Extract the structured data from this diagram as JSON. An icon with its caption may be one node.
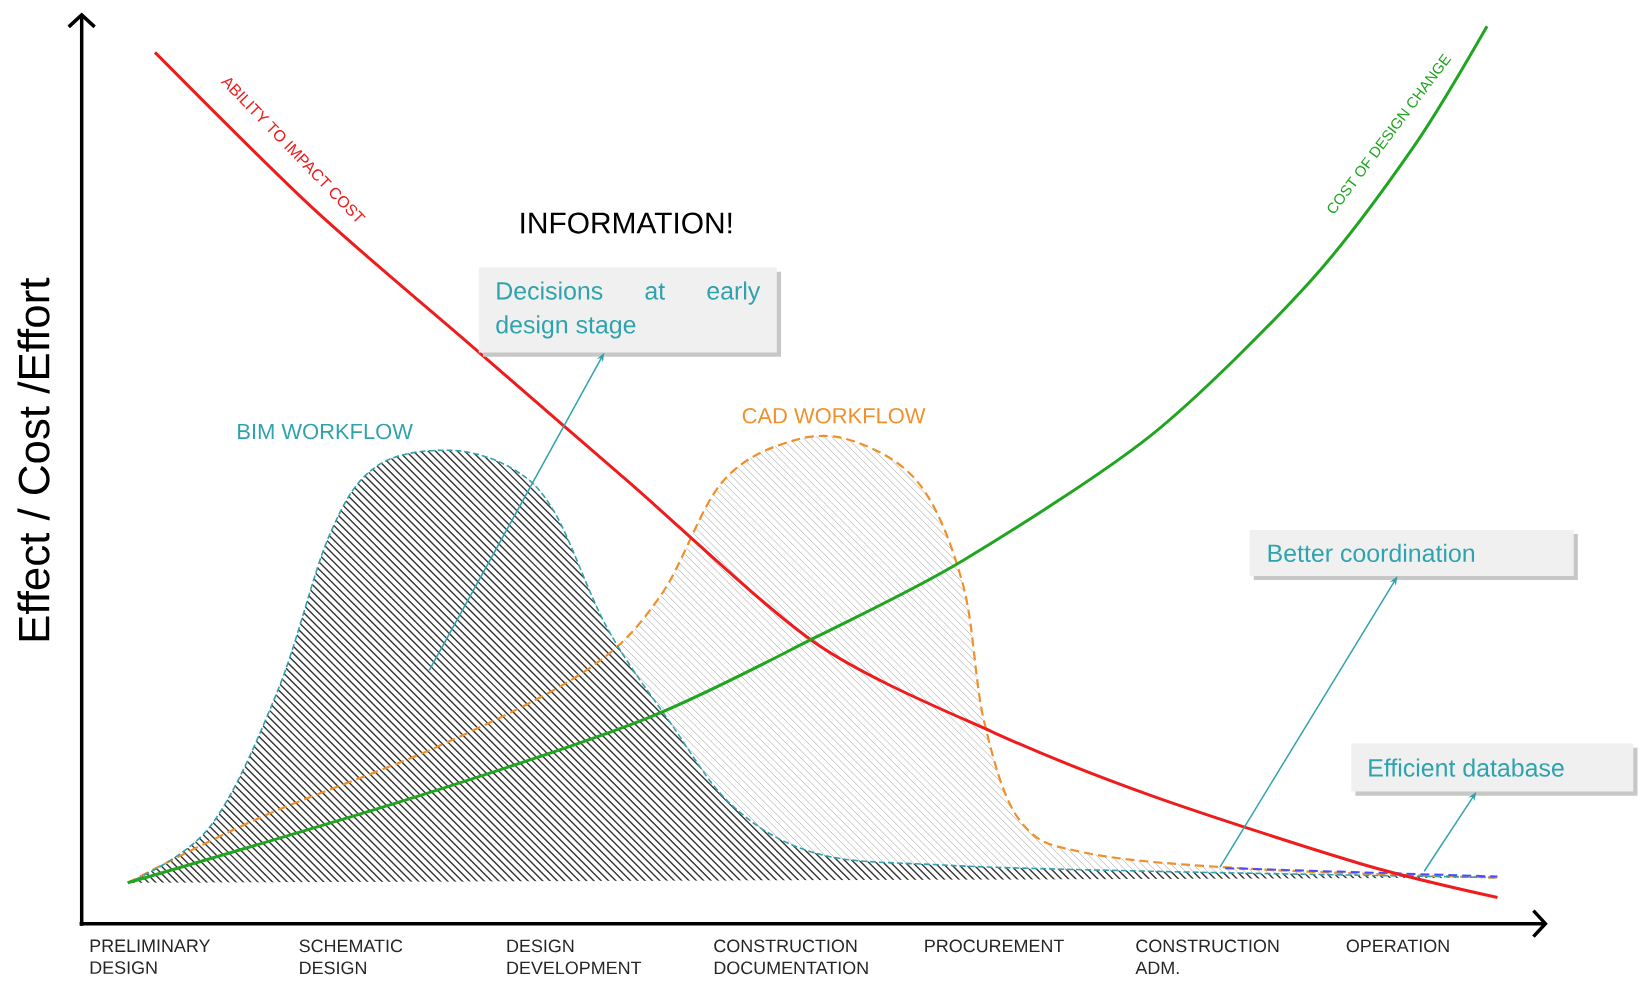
{
  "diagram": {
    "nodes": [
      {
        "text": [
          "Decisions at early design stage"
        ]
      },
      {
        "text": [
          "Better coordination"
        ]
      },
      {
        "text": [
          "Efficient database"
        ]
      }
    ],
    "edges": [
      {
        "from": null,
        "to": 0,
        "arrow": "to"
      },
      {
        "from": null,
        "to": 1,
        "arrow": "to"
      },
      {
        "from": null,
        "to": 2,
        "arrow": "to"
      }
    ],
    "labels": [
      "ABILITY TO IMPACT COST",
      "COST OF DESIGN CHANGE",
      "INFORMATION!",
      "BIM WORKFLOW",
      "CAD WORKFLOW",
      "Effect / Cost /Effort",
      "PRELIMINARY DESIGN",
      "SCHEMATIC DESIGN",
      "DESIGN DEVELOPMENT",
      "CONSTRUCTION DOCUMENTATION",
      "PROCUREMENT",
      "CONSTRUCTION ADM.",
      "OPERATION"
    ]
  }
}
